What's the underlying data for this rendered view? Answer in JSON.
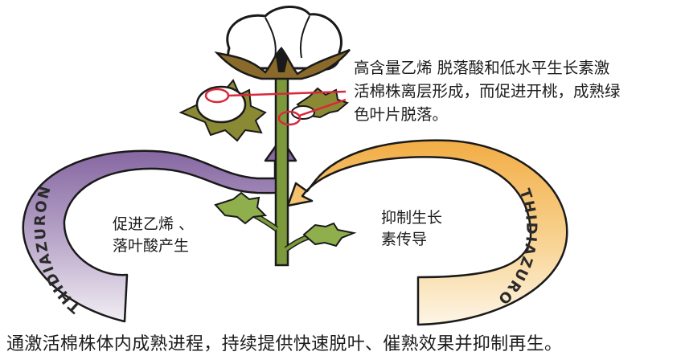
{
  "diagram": {
    "title": "Thidiazuron mode of action on cotton",
    "colors": {
      "purple_arrow": "#8a6aa6",
      "purple_arrow_light": "#ece8f0",
      "orange_arrow": "#f3b24e",
      "orange_arrow_light": "#fdf3e2",
      "stem_green": "#7a9a3a",
      "leaf_olive": "#8a8a35",
      "bract_brown": "#8a6a2a",
      "callout_red": "#d8283a",
      "outline": "#1a1a1a"
    },
    "left_ring": {
      "text": "THIDIAZURON"
    },
    "right_ring": {
      "text": "THIDIAZURON"
    },
    "top_note": {
      "lines": [
        "高含量乙烯 脱落酸和低水平生长素激",
        "活棉株离层形成，而促进开桃，成熟绿",
        "色叶片脱落。"
      ]
    },
    "left_note": {
      "lines": [
        "促进乙烯 、",
        "落叶酸产生"
      ]
    },
    "right_note": {
      "lines": [
        "抑制生长",
        "素传导"
      ]
    },
    "bottom_note": {
      "text": "通激活棉株体内成熟进程，持续提供快速脱叶、催熟效果并抑制再生。"
    }
  }
}
